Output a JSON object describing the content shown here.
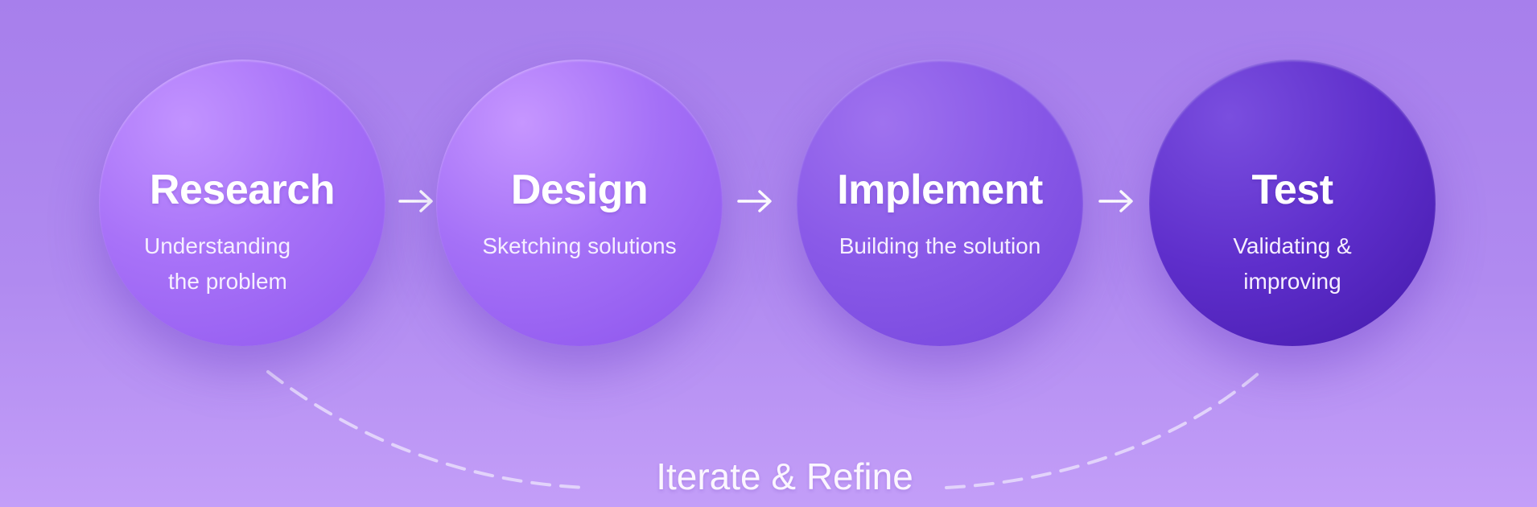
{
  "steps": [
    {
      "title": "Research",
      "subtitle_line1": "Understanding",
      "subtitle_line2": "the problem"
    },
    {
      "title": "Design",
      "subtitle": "Sketching solutions"
    },
    {
      "title": "Implement",
      "subtitle": "Building the solution"
    },
    {
      "title": "Test",
      "subtitle": "Validating & improving"
    }
  ],
  "loop": {
    "label": "Iterate & Refine"
  },
  "colors": {
    "background": "#b08af0",
    "research": "#a872f8",
    "design": "#a571f7",
    "implement": "#8a5ae8",
    "test": "#5e2ecb",
    "text": "#ffffff"
  },
  "icons": [
    "arrow-right-icon",
    "dashed-loop-curve"
  ]
}
